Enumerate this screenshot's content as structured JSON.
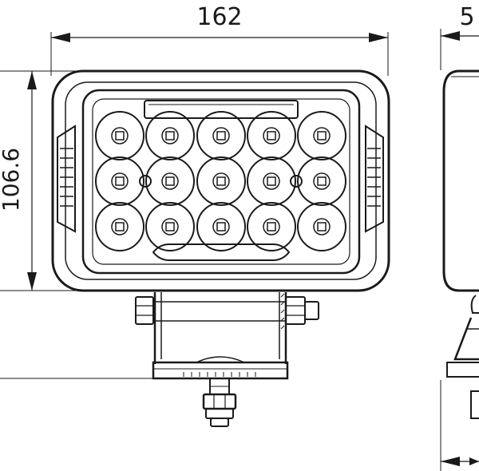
{
  "dimensions": {
    "width": "162",
    "height": "106.6",
    "depth_partial": "5"
  },
  "led_layout": {
    "rows": 3,
    "columns": 5,
    "indicator_dots": 2
  },
  "colors": {
    "line": "#1a1a1a",
    "background": "#ffffff"
  }
}
